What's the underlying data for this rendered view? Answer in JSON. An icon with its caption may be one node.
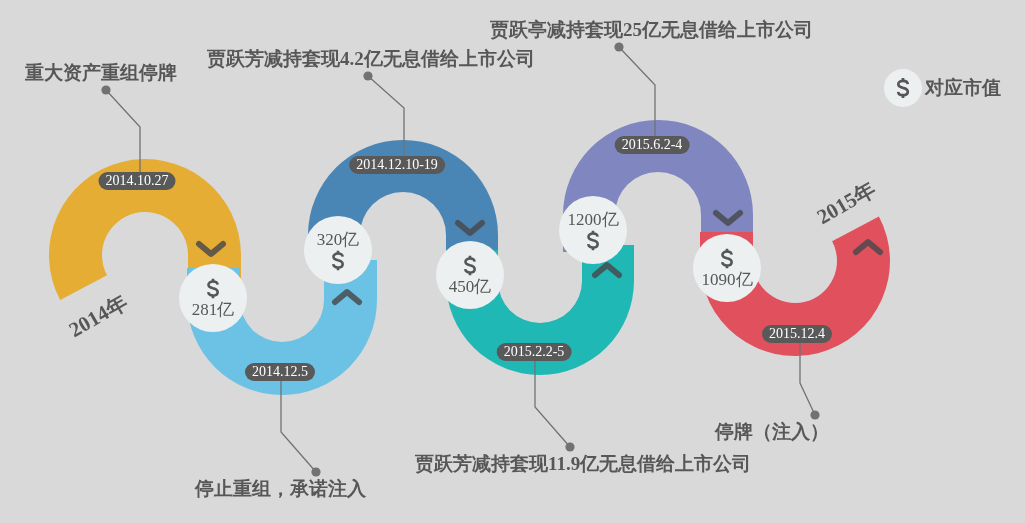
{
  "diagram": {
    "nodes": [
      {
        "text": [
          "2014.10.27"
        ]
      },
      {
        "text": [
          "2014.12.5"
        ]
      },
      {
        "text": [
          "2014.12.10-19"
        ]
      },
      {
        "text": [
          "2015.2.2-5"
        ]
      },
      {
        "text": [
          "2015.6.2-4"
        ]
      },
      {
        "text": [
          "2015.12.4"
        ]
      },
      {
        "text": [
          "重大资产重组停牌"
        ]
      },
      {
        "text": [
          "停止重组，承诺注入"
        ]
      },
      {
        "text": [
          "贾跃芳减持套现4.2亿无息借给上市公司"
        ]
      },
      {
        "text": [
          "贾跃芳减持套现11.9亿无息借给上市公司"
        ]
      },
      {
        "text": [
          "贾跃亭减持套现25亿无息借给上市公司"
        ]
      },
      {
        "text": [
          "停牌（注入）"
        ]
      },
      {
        "text": [
          "281亿"
        ]
      },
      {
        "text": [
          "320亿"
        ]
      },
      {
        "text": [
          "450亿"
        ]
      },
      {
        "text": [
          "1200亿"
        ]
      },
      {
        "text": [
          "1090亿"
        ]
      }
    ],
    "edges": [
      {
        "from": 6,
        "to": 0,
        "arrow": "other"
      },
      {
        "from": 7,
        "to": 1,
        "arrow": "other"
      },
      {
        "from": 8,
        "to": 2,
        "arrow": "other"
      },
      {
        "from": 9,
        "to": 3,
        "arrow": "other"
      },
      {
        "from": 10,
        "to": 4,
        "arrow": "other"
      },
      {
        "from": 11,
        "to": 5,
        "arrow": "other"
      }
    ],
    "labels": [
      "2014年",
      "2015年"
    ],
    "legend": [
      {
        "text": "对应市值"
      }
    ]
  }
}
